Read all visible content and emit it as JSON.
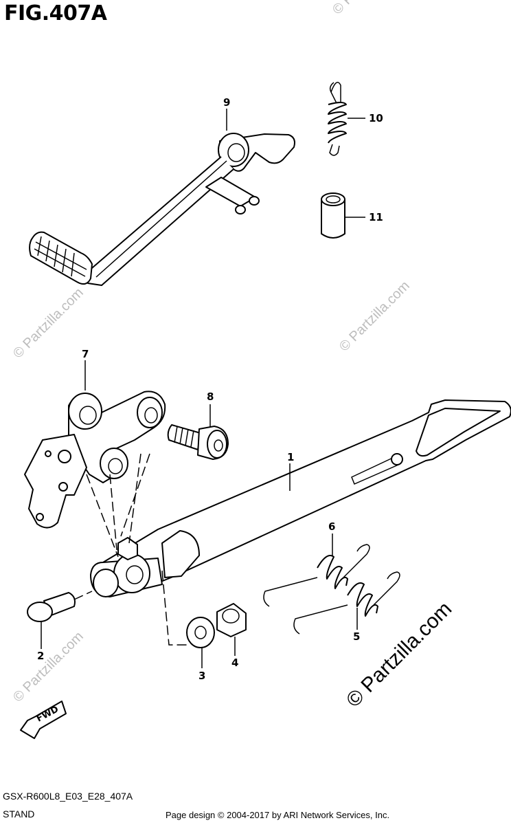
{
  "figure_title": "FIG.407A",
  "callouts": {
    "c1": "1",
    "c2": "2",
    "c3": "3",
    "c4": "4",
    "c5": "5",
    "c6": "6",
    "c7": "7",
    "c8": "8",
    "c9": "9",
    "c10": "10",
    "c11": "11"
  },
  "footer": {
    "code": "GSX-R600L8_E03_E28_407A",
    "name": "STAND",
    "copyright": "Page design © 2004-2017 by ARI Network Services, Inc."
  },
  "watermark": {
    "text": "© Partzilla.com",
    "bold_text": "© Partzilla.com"
  },
  "fwd_label": "FWD"
}
